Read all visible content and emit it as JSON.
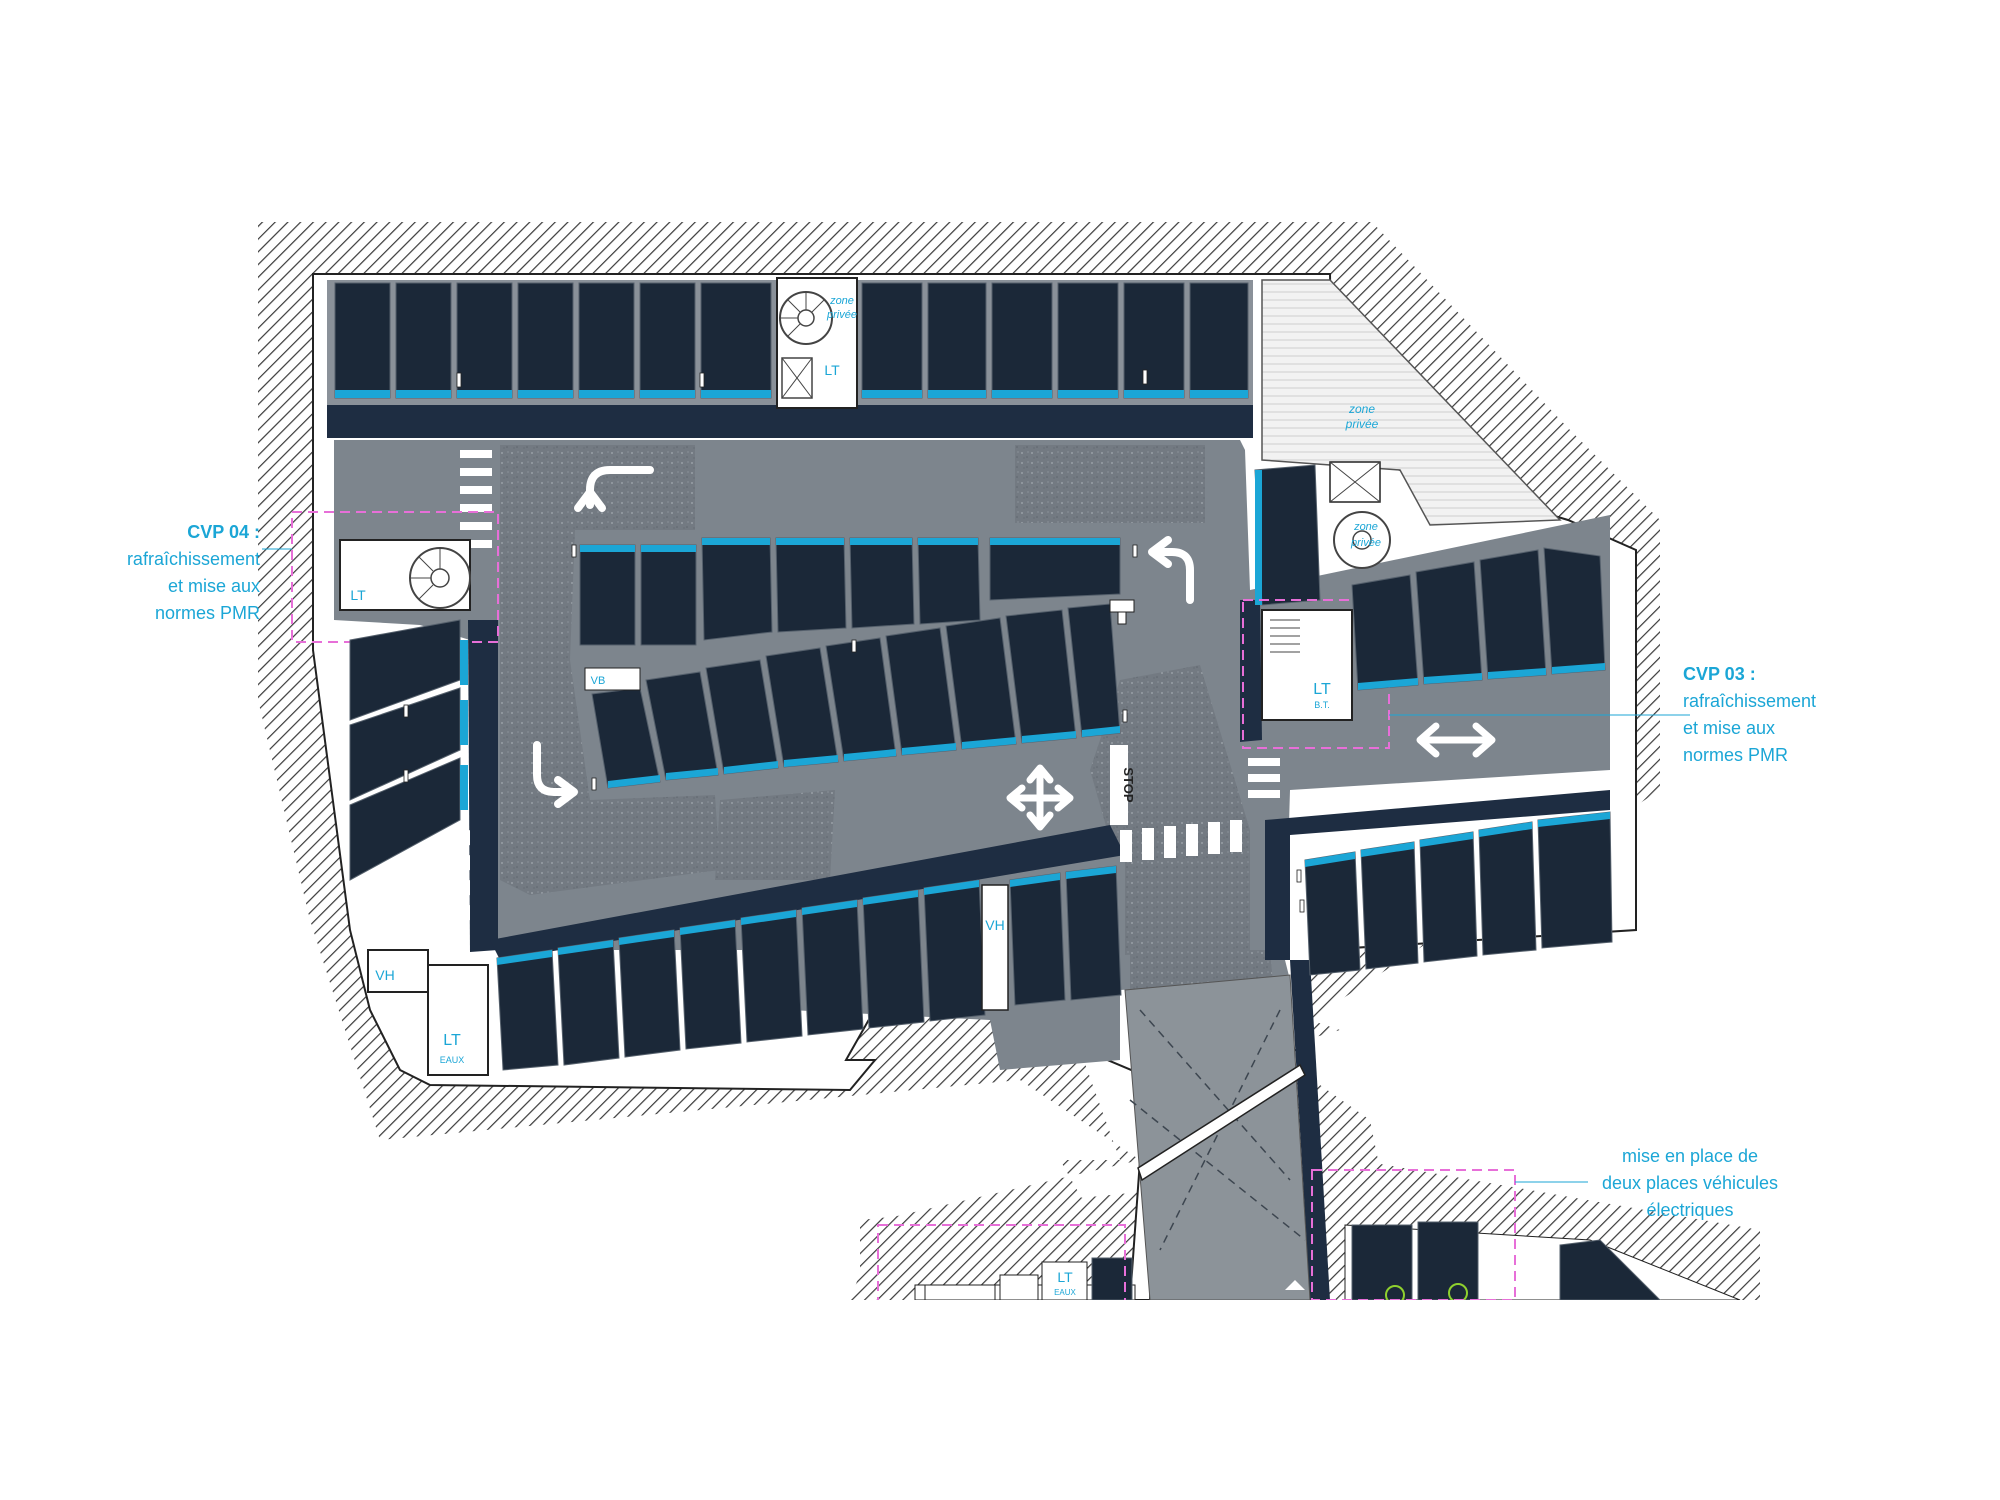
{
  "colors": {
    "hatch": "#3a3a3a",
    "wall": "#ffffff",
    "aisle": "#7d858d",
    "aisle_light": "#8b929a",
    "speckle": "#6f767e",
    "stall": "#1b2838",
    "stall_edge": "#55606c",
    "lane_dark": "#1e2d42",
    "accent_blue": "#1ba6d6",
    "magenta": "#e76fd8",
    "text_blue": "#1ba6d6"
  },
  "annotations": {
    "cvp04": {
      "title": "CVP 04 :",
      "lines": [
        "rafraîchissement",
        "et mise aux",
        "normes PMR"
      ]
    },
    "cvp03": {
      "title": "CVP 03 :",
      "lines": [
        "rafraîchissement",
        "et mise aux",
        "normes PMR"
      ]
    },
    "ev": {
      "lines": [
        "mise en place de",
        "deux places véhicules",
        "électriques"
      ]
    }
  },
  "labels": {
    "zone_privee_top": [
      "zone",
      "privée"
    ],
    "zone_privee_right": [
      "zone",
      "privée"
    ],
    "zone_privee_stair": [
      "zone",
      "privée"
    ],
    "lt": "LT",
    "vh": "VH",
    "vb": "VB",
    "eaux": "EAUX",
    "bt": "B.T.",
    "stop": "STOP"
  },
  "icons": [
    "turn-left-arrow-icon",
    "turn-right-arrow-icon",
    "four-way-arrow-icon",
    "double-arrow-icon",
    "spiral-stair-icon",
    "elevator-icon",
    "ev-charging-icon"
  ]
}
